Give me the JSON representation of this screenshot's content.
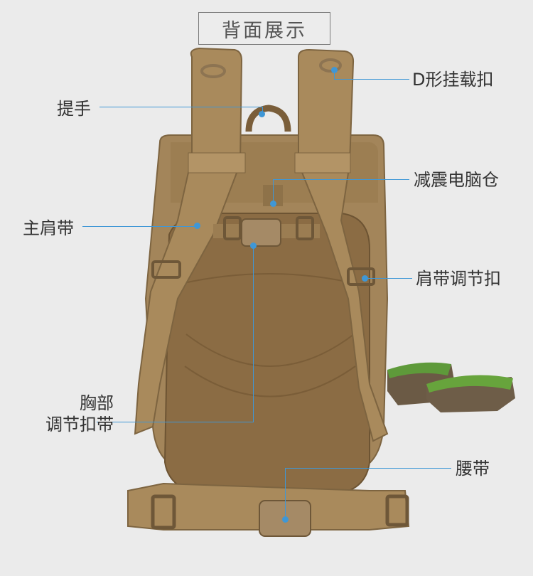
{
  "title": "背面展示",
  "labels": {
    "d_ring": "D形挂载扣",
    "handle": "提手",
    "laptop": "减震电脑仓",
    "shoulder_strap": "主肩带",
    "strap_buckle": "肩带调节扣",
    "chest_line1": "胸部",
    "chest_line2": "调节扣带",
    "waist": "腰带"
  },
  "colors": {
    "accent_line": "#3f97d6",
    "pack_main": "#a98a5c",
    "pack_dark": "#7d6440",
    "mesh": "#8a6a42",
    "background": "#ebebeb"
  }
}
